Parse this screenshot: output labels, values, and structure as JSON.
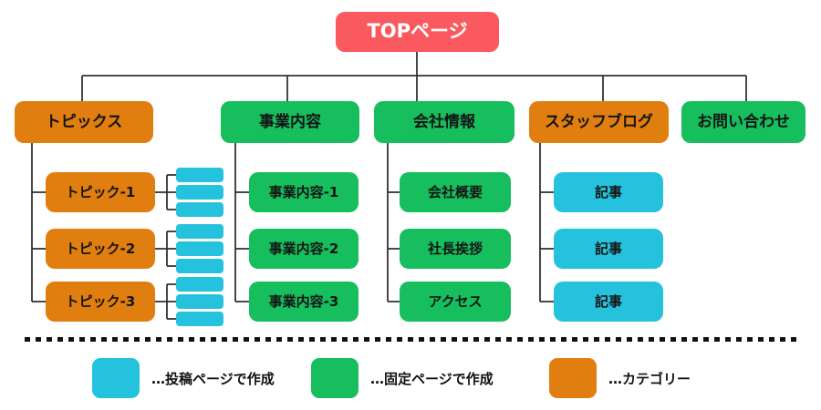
{
  "nodes": {
    "root": "TOPページ",
    "topics": {
      "label": "トピックス",
      "children": [
        "トピック-1",
        "トピック-2",
        "トピック-3"
      ],
      "posts_per_child": 3
    },
    "business": {
      "label": "事業内容",
      "children": [
        "事業内容-1",
        "事業内容-2",
        "事業内容-3"
      ]
    },
    "company": {
      "label": "会社情報",
      "children": [
        "会社概要",
        "社長挨拶",
        "アクセス"
      ]
    },
    "blog": {
      "label": "スタッフブログ",
      "children": [
        "記事",
        "記事",
        "記事"
      ]
    },
    "contact": {
      "label": "お問い合わせ"
    }
  },
  "legend": {
    "items": [
      {
        "swatch_color": "#25c2de",
        "label": "…投稿ページで作成"
      },
      {
        "swatch_color": "#16be5e",
        "label": "…固定ページで作成"
      },
      {
        "swatch_color": "#e07e10",
        "label": "…カテゴリー"
      }
    ]
  },
  "colors": {
    "top_page": "#fa5a5f",
    "category": "#e07e10",
    "fixed_page": "#16be5e",
    "post_page": "#25c2de",
    "connector": "#333333"
  }
}
